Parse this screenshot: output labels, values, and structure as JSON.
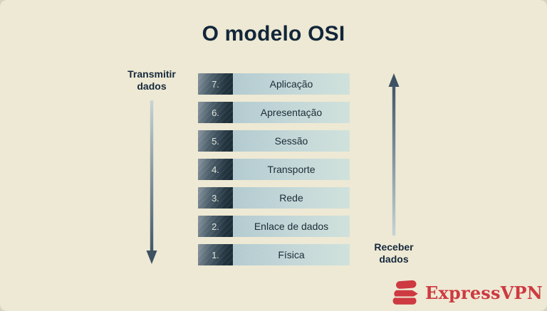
{
  "title": "O modelo OSI",
  "transmit_label": {
    "line1": "Transmitir",
    "line2": "dados"
  },
  "receive_label": {
    "line1": "Receber",
    "line2": "dados"
  },
  "layers": [
    {
      "number": "7.",
      "label": "Aplicação"
    },
    {
      "number": "6.",
      "label": "Apresentação"
    },
    {
      "number": "5.",
      "label": "Sessão"
    },
    {
      "number": "4.",
      "label": "Transporte"
    },
    {
      "number": "3.",
      "label": "Rede"
    },
    {
      "number": "2.",
      "label": "Enlace de dados"
    },
    {
      "number": "1.",
      "label": "Física"
    }
  ],
  "brand": {
    "name": "ExpressVPN"
  },
  "colors": {
    "background": "#eee9d4",
    "ink": "#12263a",
    "bar_body_left": "#b2cad0",
    "bar_body_right": "#cfe1db",
    "number_box_light": "#8b98a1",
    "number_box_dark": "#1a2a35",
    "number_text": "#e0e3d9",
    "arrow_light": "#c6d4d6",
    "arrow_dark": "#42566a",
    "brand_red": "#cd3a41"
  }
}
